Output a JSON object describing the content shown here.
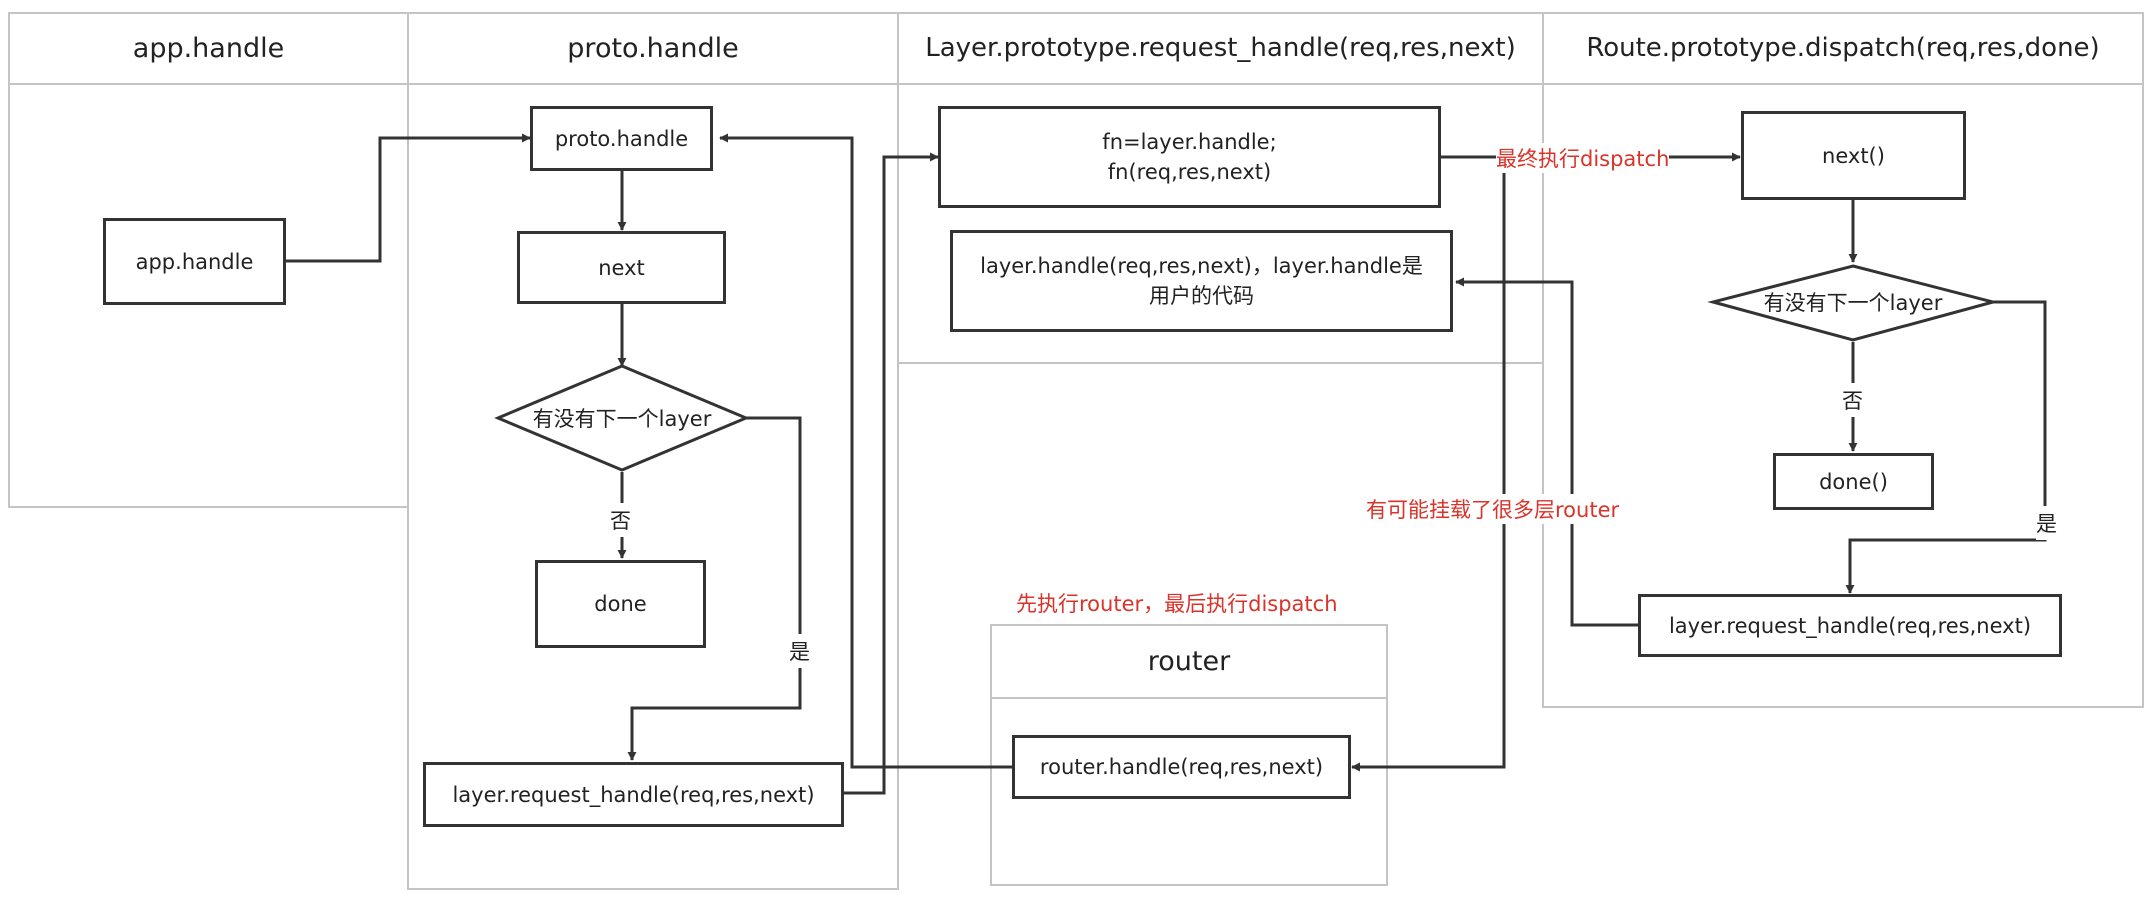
{
  "lanes": {
    "app_handle": "app.handle",
    "proto_handle": "proto.handle",
    "layer_request_handle": "Layer.prototype.request_handle(req,res,next)",
    "route_dispatch": "Route.prototype.dispatch(req,res,done)",
    "router": "router"
  },
  "nodes": {
    "app_handle": "app.handle",
    "proto_handle": "proto.handle",
    "proto_next": "next",
    "proto_has_next_layer": "有没有下一个layer",
    "proto_done": "done",
    "proto_layer_request": "layer.request_handle(req,res,next)",
    "fn_line1": "fn=layer.handle;",
    "fn_line2": "fn(req,res,next)",
    "user_code_line1": "layer.handle(req,res,next)，layer.handle是",
    "user_code_line2": "用户的代码",
    "router_handle": "router.handle(req,res,next)",
    "route_next": "next()",
    "route_has_next_layer": "有没有下一个layer",
    "route_done": "done()",
    "route_layer_request": "layer.request_handle(req,res,next)"
  },
  "edge_labels": {
    "proto_no": "否",
    "proto_yes": "是",
    "route_no": "否",
    "route_yes": "是"
  },
  "notes": {
    "finally_dispatch": "最终执行dispatch",
    "router_first": "先执行router，最后执行dispatch",
    "multi_router": "有可能挂载了很多层router"
  },
  "colors": {
    "note": "#d9332a",
    "stroke": "#333333",
    "lane_border": "#c4c4c4"
  }
}
